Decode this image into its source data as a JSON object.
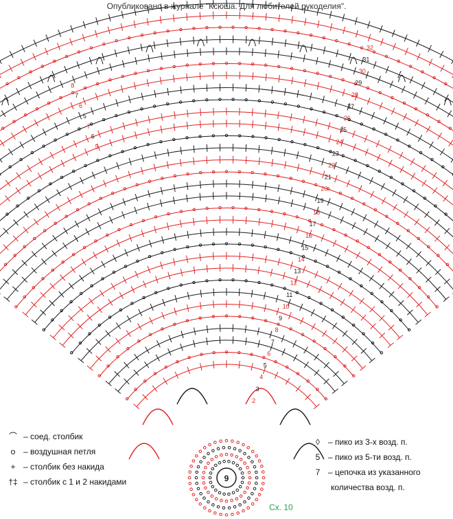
{
  "caption": "Опубликовано в журнале \"Ксюша. Для любителей рукоделия\".",
  "scheme_label": "Сх. 10",
  "colors": {
    "red": "#e02020",
    "black": "#1a1a1a",
    "accent_green": "#1fa64a"
  },
  "center_label": "9",
  "row_numbers": [
    "2",
    "3",
    "4",
    "5",
    "6",
    "7",
    "8",
    "9",
    "10",
    "11",
    "12",
    "13",
    "14",
    "15",
    "16",
    "17",
    "18",
    "19",
    "20",
    "21",
    "22",
    "23",
    "24",
    "25",
    "26",
    "27",
    "28",
    "29",
    "30",
    "31",
    "32"
  ],
  "chain_counts_outer": [
    "5",
    "6",
    "7",
    "5",
    "6",
    "7",
    "8"
  ],
  "legend_left": [
    {
      "symbol": "slip-stitch-icon",
      "glyph": "⌒",
      "label": "– соед. столбик"
    },
    {
      "symbol": "chain-icon",
      "glyph": "o",
      "label": "– воздушная петля"
    },
    {
      "symbol": "single-crochet-icon",
      "glyph": "+",
      "label": "– столбик без накида"
    },
    {
      "symbol": "double-crochet-icon",
      "glyph": "†‡",
      "label": "– столбик с 1 и 2 накидами"
    }
  ],
  "legend_right": [
    {
      "symbol": "picot-3-icon",
      "glyph": "◊",
      "label": "– пико из 3-х возд. п."
    },
    {
      "symbol": "picot-5-icon",
      "glyph": "5",
      "label": "– пико из 5-ти возд. п."
    },
    {
      "symbol": "chain-count-icon",
      "glyph": "7",
      "label": "– цепочка из указанного",
      "label2": "количества возд. п."
    }
  ]
}
